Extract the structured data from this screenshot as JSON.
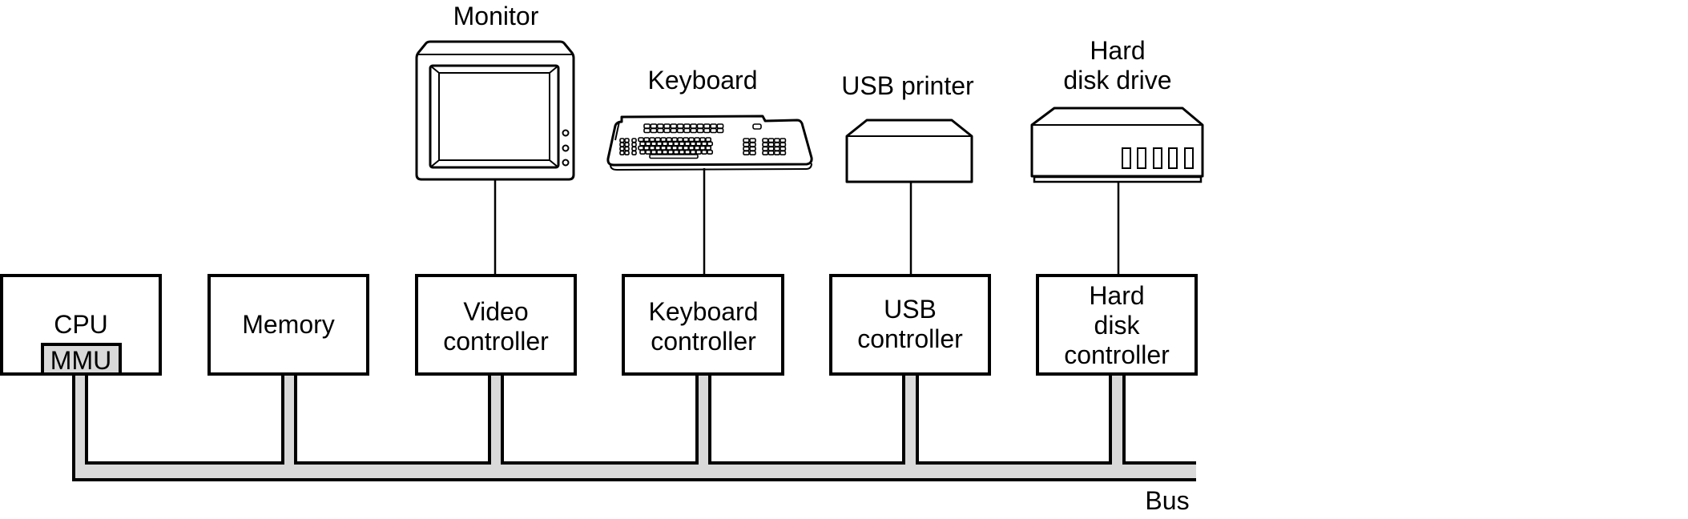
{
  "diagram": {
    "title": "Computer bus organization",
    "colors": {
      "bus_fill": "#d9d9d9",
      "mmu_fill": "#d9d9d9",
      "stroke": "#000000",
      "background": "#ffffff"
    },
    "bus_label": "Bus",
    "components": [
      {
        "id": "cpu",
        "lines": [
          "CPU"
        ],
        "sub": "MMU"
      },
      {
        "id": "memory",
        "lines": [
          "Memory"
        ]
      },
      {
        "id": "video-controller",
        "lines": [
          "Video",
          "controller"
        ]
      },
      {
        "id": "keyboard-controller",
        "lines": [
          "Keyboard",
          "controller"
        ]
      },
      {
        "id": "usb-controller",
        "lines": [
          "USB",
          "controller"
        ]
      },
      {
        "id": "hard-disk-controller",
        "lines": [
          "Hard",
          "disk",
          "controller"
        ]
      }
    ],
    "devices": [
      {
        "id": "monitor",
        "icon": "monitor-icon",
        "lines": [
          "Monitor"
        ],
        "attached_to": "video-controller"
      },
      {
        "id": "keyboard",
        "icon": "keyboard-icon",
        "lines": [
          "Keyboard"
        ],
        "attached_to": "keyboard-controller"
      },
      {
        "id": "usb-printer",
        "icon": "printer-icon",
        "lines": [
          "USB printer"
        ],
        "attached_to": "usb-controller"
      },
      {
        "id": "hard-disk-drive",
        "icon": "hard-disk-icon",
        "lines": [
          "Hard",
          "disk drive"
        ],
        "attached_to": "hard-disk-controller"
      }
    ]
  }
}
